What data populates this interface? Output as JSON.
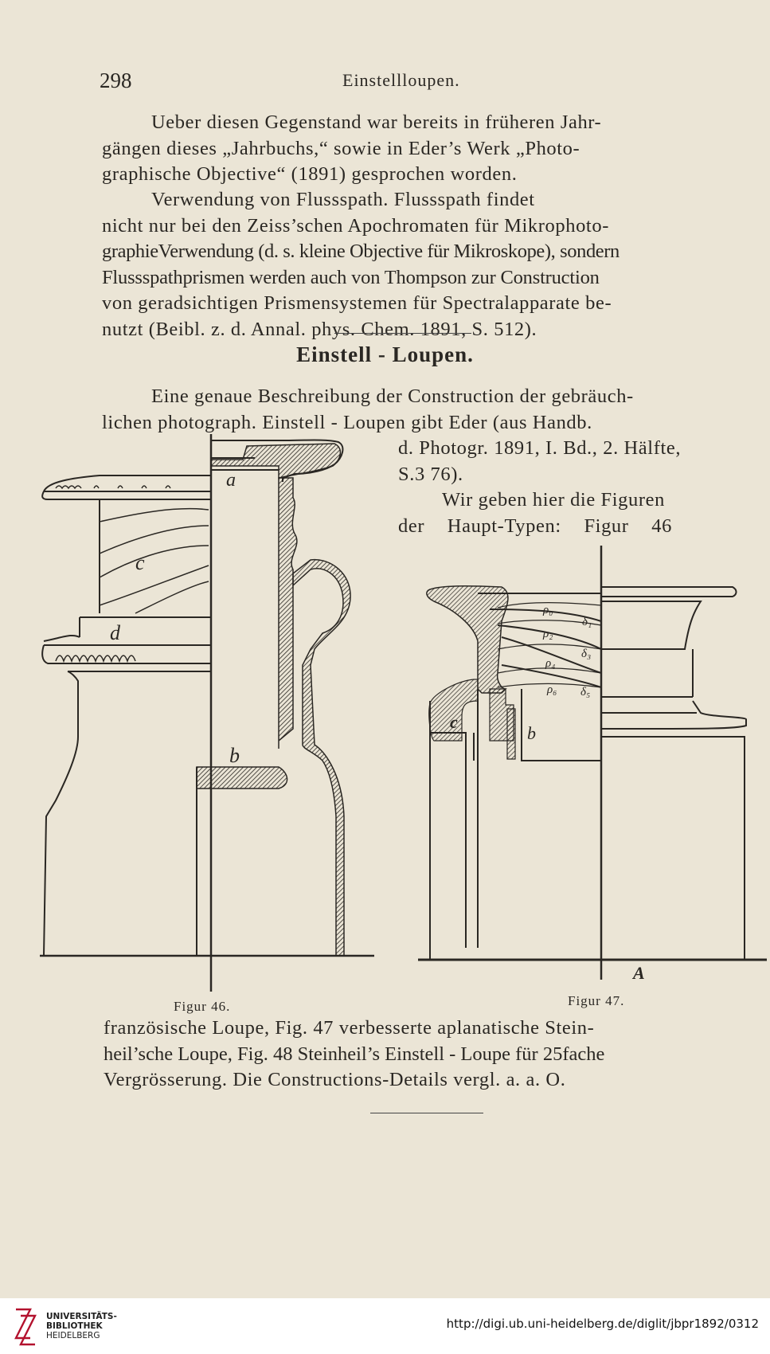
{
  "header": {
    "page_number": "298",
    "running_head": "Einstellloupen."
  },
  "para1": [
    "Ueber diesen Gegenstand war bereits in früheren Jahr-",
    "gängen dieses „Jahrbuchs,“ sowie in Eder’s Werk „Photo-",
    "graphische Objective“ (1891) gesprochen worden."
  ],
  "para2": [
    "Verwendung von Flussspath. Flussspath findet",
    "nicht nur bei den Zeiss’schen Apochromaten für Mikrophoto-",
    "graphieVerwendung (d. s. kleine Objective für Mikroskope), sondern",
    "Flussspathprismen werden auch von Thompson zur Construction",
    "von geradsichtigen Prismensystemen für Spectralapparate be-",
    "nutzt (Beibl. z. d. Annal. phys. Chem. 1891, S. 512)."
  ],
  "section_title": "Einstell - Loupen.",
  "para3_full": [
    "Eine genaue Beschreibung der Construction der gebräuch-",
    "lichen photograph. Einstell - Loupen gibt Eder (aus Handb."
  ],
  "para3_right": [
    "d. Photogr. 1891, I. Bd., 2. Hälfte,",
    "S.3 76).",
    "Wir geben hier die Figuren",
    "der Haupt-Typen: Figur 46"
  ],
  "fig46": {
    "caption": "Figur 46.",
    "labels": [
      "a",
      "b",
      "c",
      "d"
    ]
  },
  "fig47": {
    "caption": "Figur 47.",
    "labels": [
      "b",
      "c",
      "A",
      "ρ₀",
      "ρ₂",
      "ρ₄",
      "ρ₆",
      "δ₁",
      "δ₃",
      "δ₅"
    ]
  },
  "para4": [
    "französische Loupe, Fig. 47 verbesserte aplanatische Stein-",
    "heil’sche Loupe, Fig. 48 Steinheil’s Einstell - Loupe für 25fache",
    "Vergrösserung. Die Constructions-Details vergl. a. a. O."
  ],
  "footer": {
    "library": [
      "UNIVERSITÄTS-",
      "BIBLIOTHEK",
      "HEIDELBERG"
    ],
    "url": "http://digi.ub.uni-heidelberg.de/diglit/jbpr1892/0312"
  }
}
